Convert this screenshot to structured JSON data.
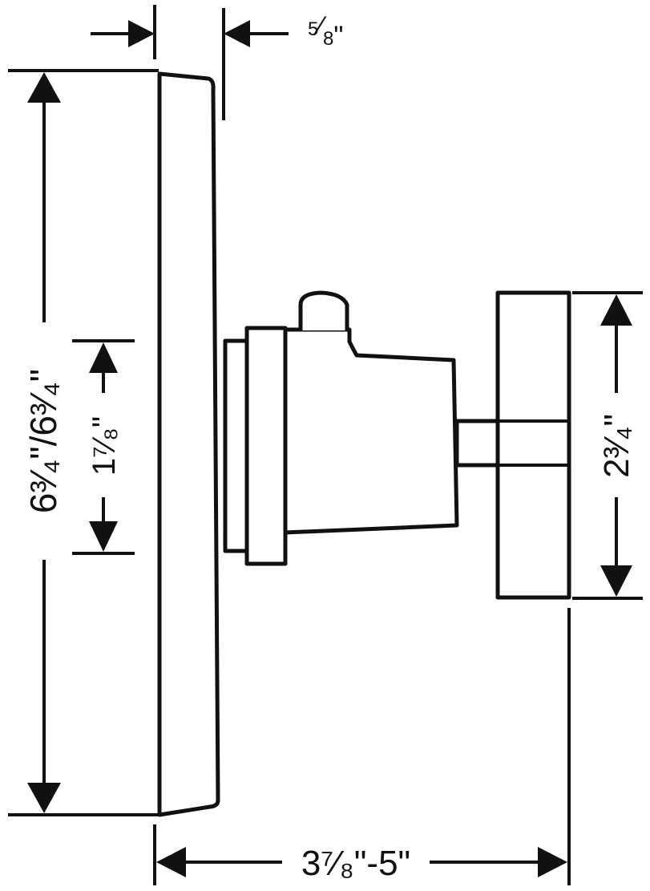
{
  "dimensions": {
    "trim_depth": {
      "whole": "",
      "num": "5",
      "den": "8",
      "suffix": "\""
    },
    "plate_height": {
      "text": "6³⁄₄\"/6³⁄₄\""
    },
    "body_height": {
      "text": "1⁷⁄₈\""
    },
    "handle_height": {
      "text": "2³⁄₄\""
    },
    "projection": {
      "text": "3⁷⁄₈\"-5\""
    }
  },
  "colors": {
    "line": "#111111",
    "background": "#ffffff"
  }
}
